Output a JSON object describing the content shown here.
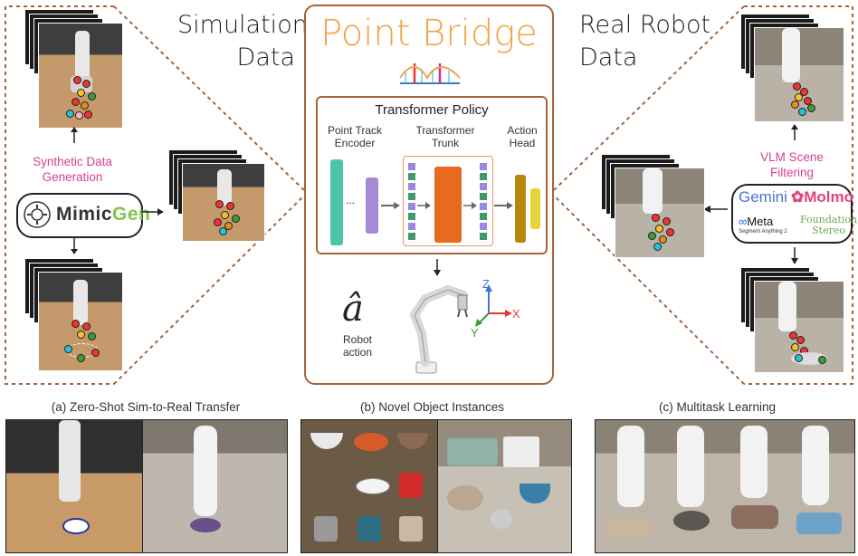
{
  "title": "Point Bridge",
  "left_panel": {
    "heading_line1": "Simulation",
    "heading_line2": "Data",
    "synthetic_line1": "Synthetic Data",
    "synthetic_line2": "Generation",
    "mimicgen_prefix": "Mimic",
    "mimicgen_suffix": "Gen"
  },
  "right_panel": {
    "heading_line1": "Real Robot",
    "heading_line2": "Data",
    "vlm_line1": "VLM Scene",
    "vlm_line2": "Filtering",
    "gemini": "Gemini",
    "molmo": "Molmo",
    "meta": "Meta",
    "meta_sub": "Segment Anything 2",
    "foundation_line1": "Foundation",
    "foundation_line2": "Stereo"
  },
  "policy": {
    "title": "Transformer Policy",
    "encoder_line1": "Point Track",
    "encoder_line2": "Encoder",
    "trunk_line1": "Transformer",
    "trunk_line2": "Trunk",
    "head_line1": "Action",
    "head_line2": "Head",
    "ellipsis": "...",
    "action_symbol": "â",
    "action_line1": "Robot",
    "action_line2": "action",
    "axis_x": "X",
    "axis_y": "Y",
    "axis_z": "Z"
  },
  "captions": {
    "a": "(a) Zero-Shot Sim-to-Real Transfer",
    "b": "(b) Novel Object Instances",
    "c": "(c) Multitask Learning"
  },
  "colors": {
    "accent_orange": "#f2a446",
    "frame_brown": "#a5643a",
    "pink": "#d6418c",
    "teal": "#4ec4a8",
    "purple": "#a68ad8",
    "green": "#3f9a6a",
    "trunk_orange": "#e66a1f",
    "head_gold": "#b8860b",
    "head_yellow": "#e6d43a",
    "mimic_green": "#7cc84a",
    "molmo_pink": "#e0457b",
    "meta_blue": "#0866ff",
    "foundation_green": "#6aa84f"
  }
}
